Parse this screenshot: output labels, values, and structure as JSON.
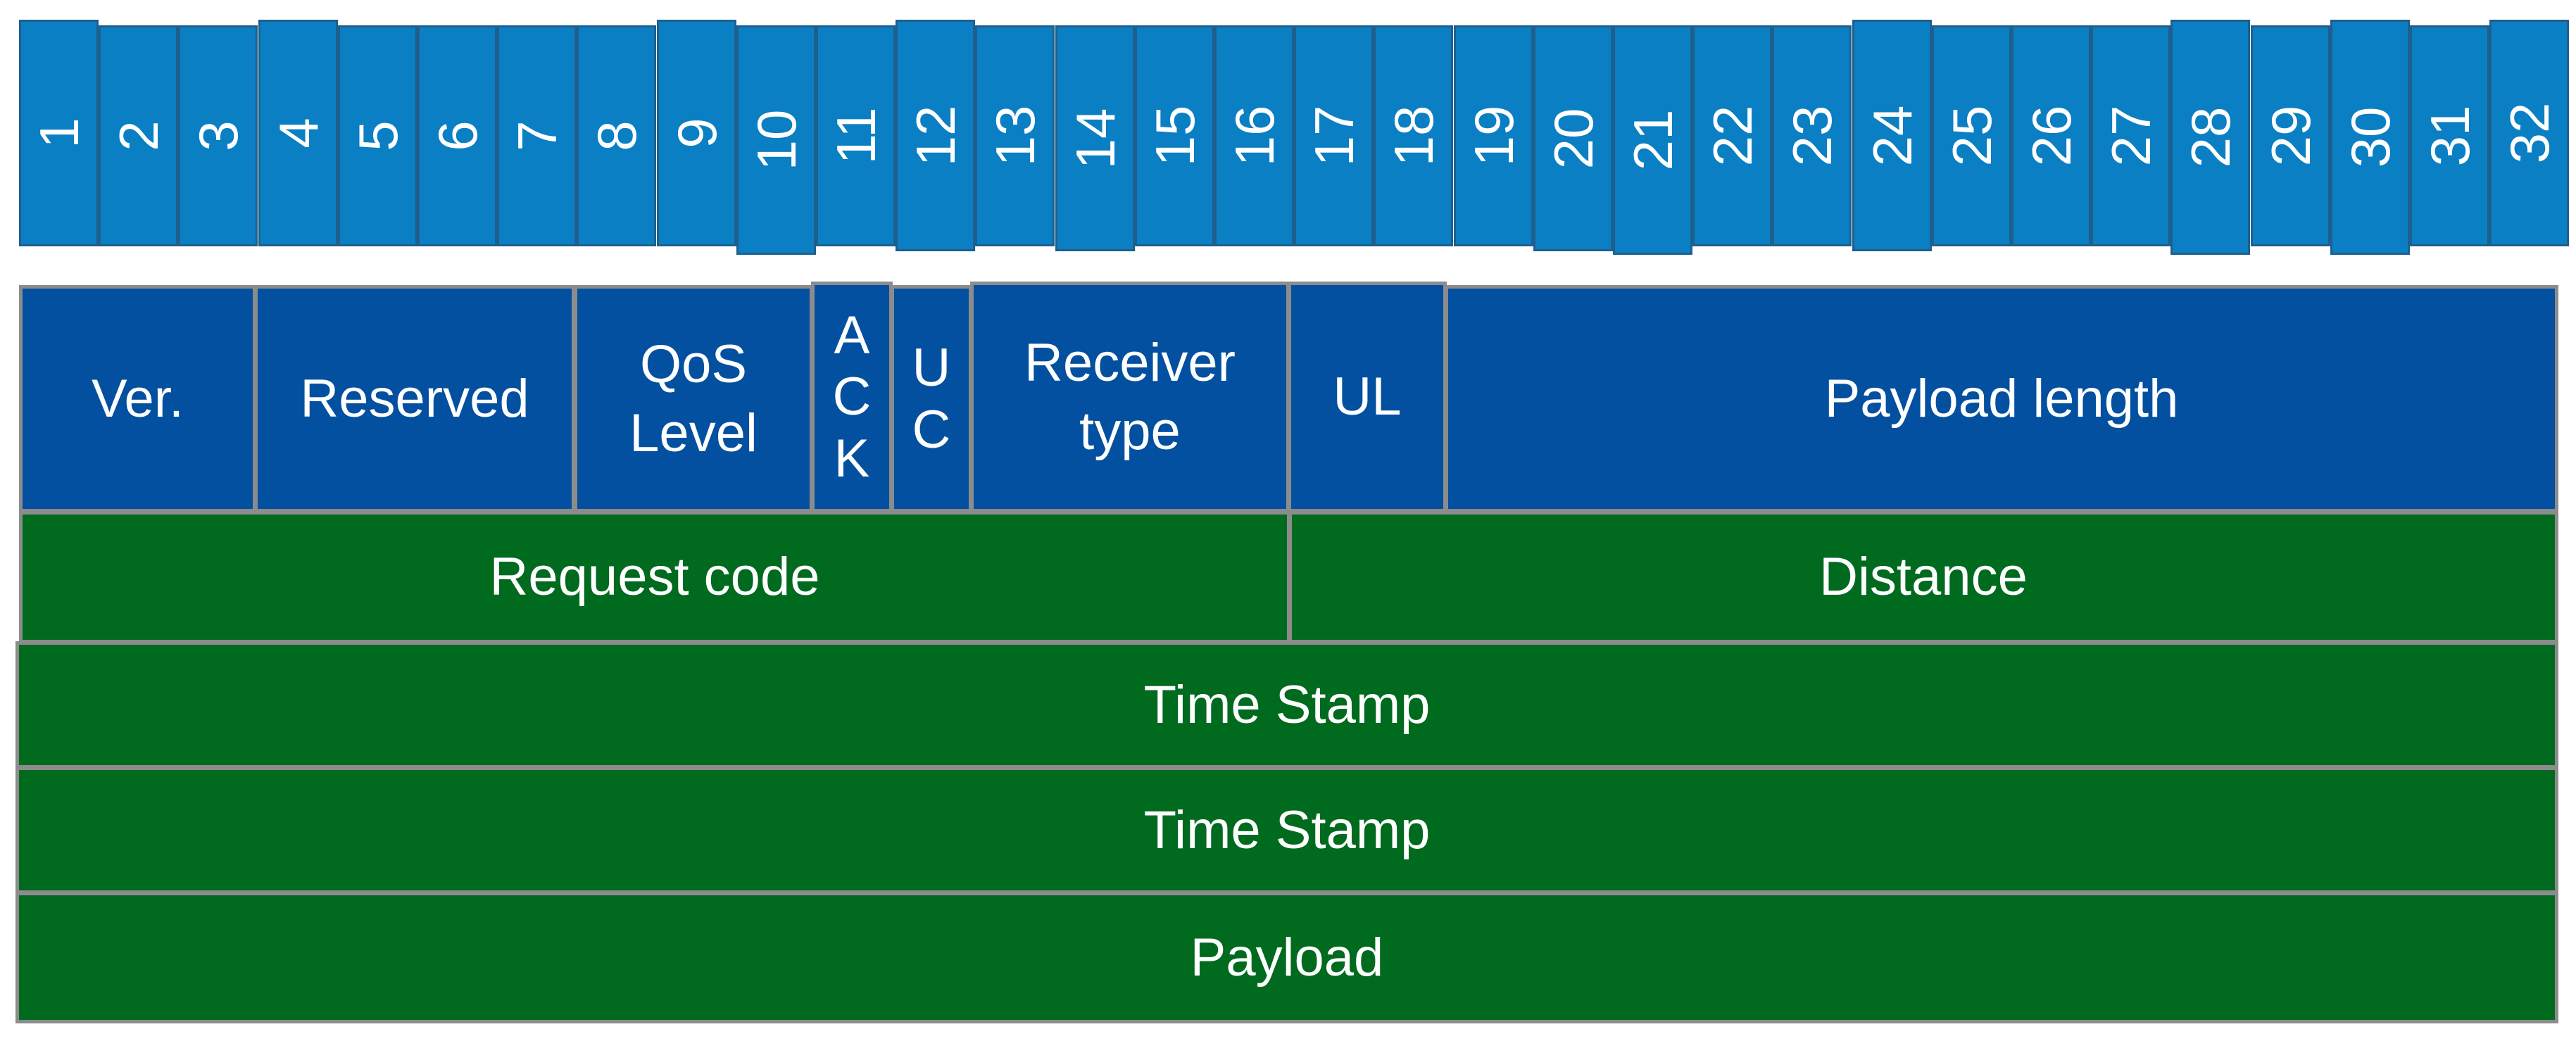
{
  "bit_numbers": [
    "1",
    "2",
    "3",
    "4",
    "5",
    "6",
    "7",
    "8",
    "9",
    "10",
    "11",
    "12",
    "13",
    "14",
    "15",
    "16",
    "17",
    "18",
    "19",
    "20",
    "21",
    "22",
    "23",
    "24",
    "25",
    "26",
    "27",
    "28",
    "29",
    "30",
    "31",
    "32"
  ],
  "header_fields": [
    {
      "id": "version",
      "label": "Ver."
    },
    {
      "id": "reserved",
      "label": "Reserved"
    },
    {
      "id": "qos-level",
      "label": "QoS\nLevel"
    },
    {
      "id": "ack",
      "label": "A\nC\nK"
    },
    {
      "id": "uc",
      "label": "U\nC"
    },
    {
      "id": "receiver-type",
      "label": "Receiver\ntype"
    },
    {
      "id": "ul",
      "label": "UL"
    },
    {
      "id": "payload-length",
      "label": "Payload length"
    }
  ],
  "data_fields": [
    {
      "id": "request-code",
      "label": "Request code"
    },
    {
      "id": "distance",
      "label": "Distance"
    },
    {
      "id": "time-stamp-1",
      "label": "Time Stamp"
    },
    {
      "id": "time-stamp-2",
      "label": "Time Stamp"
    },
    {
      "id": "payload",
      "label": "Payload"
    }
  ],
  "colors": {
    "bit_cell": "#0b7fc3",
    "header_field": "#02509f",
    "data_field": "#006a1f",
    "border": "#8c8c8c",
    "text": "#ffffff"
  }
}
